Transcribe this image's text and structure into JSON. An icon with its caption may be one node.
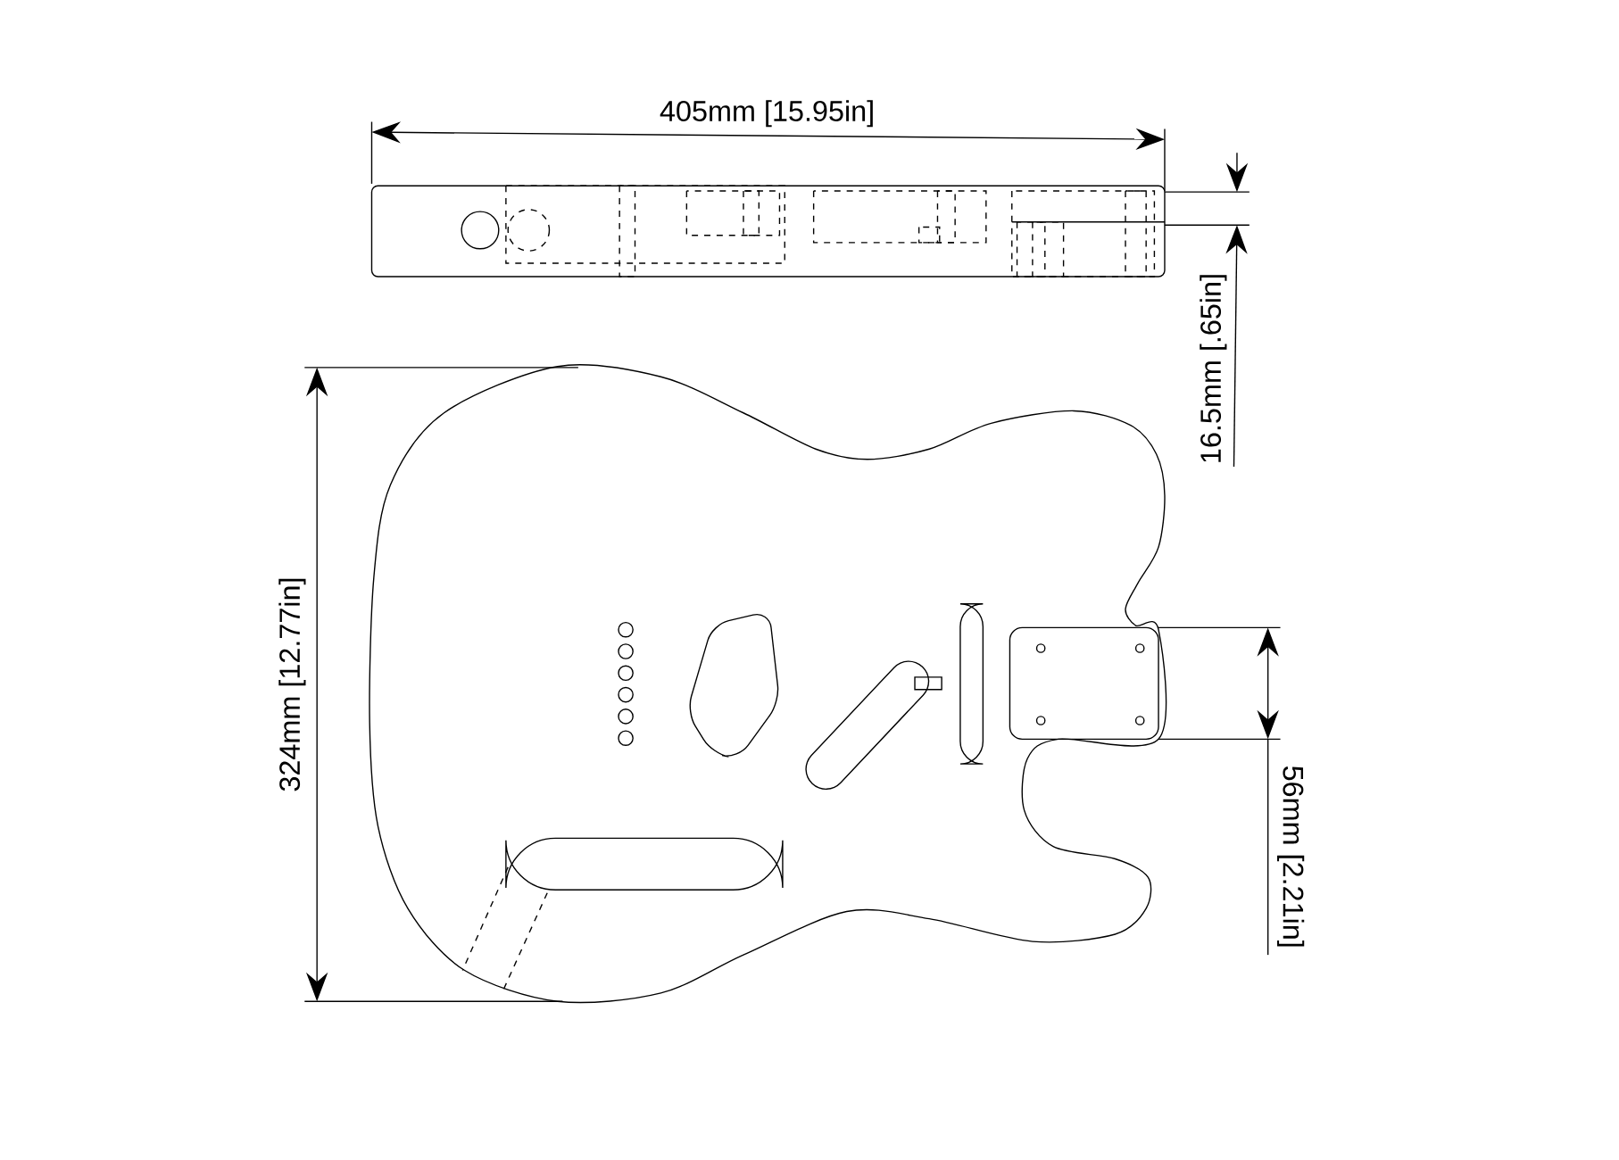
{
  "diagram": {
    "labels": [
      "405mm [15.95in]",
      "16.5mm [.65in]",
      "324mm [12.77in]",
      "56mm [2.21in]"
    ]
  }
}
